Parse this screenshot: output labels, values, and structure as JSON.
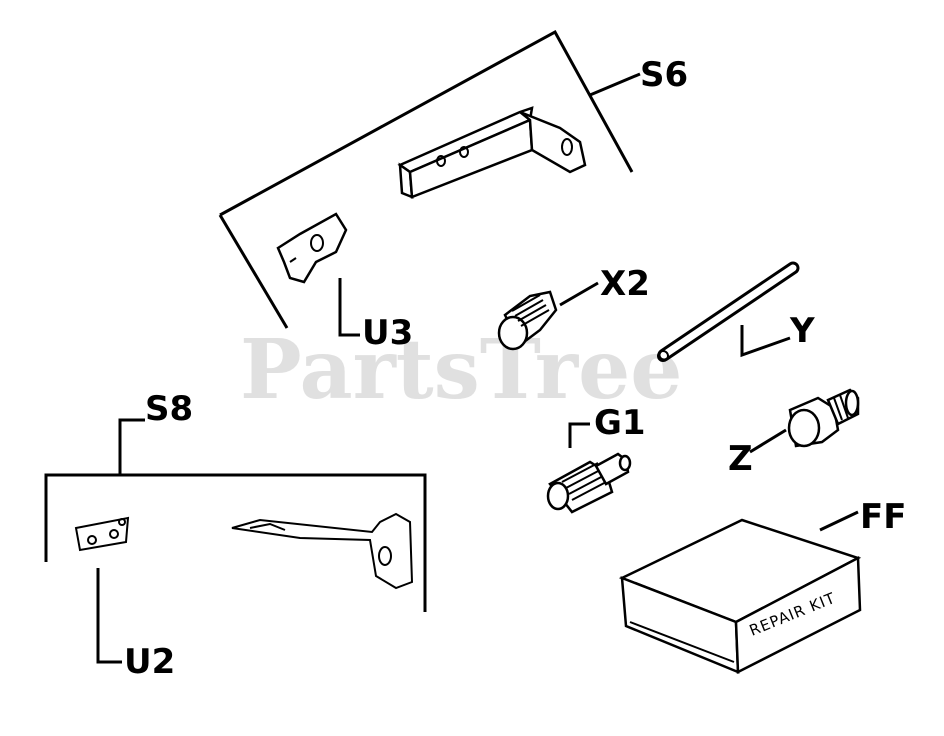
{
  "watermark": "PartsTree",
  "callouts": {
    "s6": "S6",
    "s8": "S8",
    "u3": "U3",
    "u2": "U2",
    "x2": "X2",
    "y": "Y",
    "g1": "G1",
    "z": "Z",
    "ff": "FF"
  },
  "repair_kit_label": "REPAIR KIT"
}
